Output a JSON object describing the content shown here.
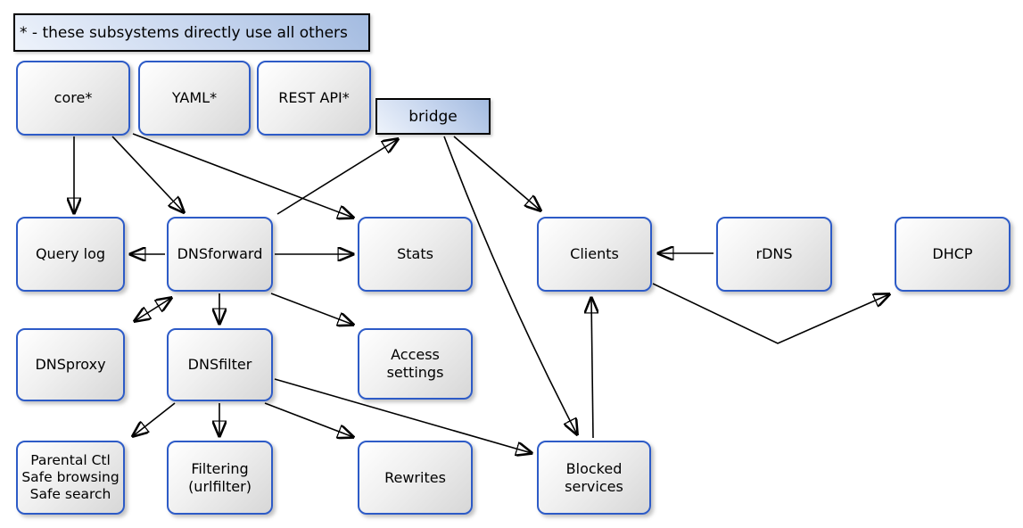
{
  "diagram": {
    "legend_text": "* - these subsystems directly use all others",
    "nodes": {
      "core": {
        "label": "core*"
      },
      "yaml": {
        "label": "YAML*"
      },
      "rest_api": {
        "label": "REST API*"
      },
      "bridge": {
        "label": "bridge"
      },
      "query_log": {
        "label": "Query log"
      },
      "dnsforward": {
        "label": "DNSforward"
      },
      "stats": {
        "label": "Stats"
      },
      "clients": {
        "label": "Clients"
      },
      "rdns": {
        "label": "rDNS"
      },
      "dhcp": {
        "label": "DHCP"
      },
      "dnsproxy": {
        "label": "DNSproxy"
      },
      "dnsfilter": {
        "label": "DNSfilter"
      },
      "access_settings": {
        "lines": [
          "Access",
          "settings"
        ]
      },
      "parental": {
        "lines": [
          "Parental Ctl",
          "Safe browsing",
          "Safe search"
        ]
      },
      "filtering": {
        "lines": [
          "Filtering",
          "(urlfilter)"
        ]
      },
      "rewrites": {
        "label": "Rewrites"
      },
      "blocked_services": {
        "lines": [
          "Blocked",
          "services"
        ]
      }
    },
    "edges": [
      {
        "from": "core",
        "to": "query_log"
      },
      {
        "from": "core",
        "to": "dnsforward"
      },
      {
        "from": "core",
        "to": "stats"
      },
      {
        "from": "dnsforward",
        "to": "bridge"
      },
      {
        "from": "dnsforward",
        "to": "query_log"
      },
      {
        "from": "dnsforward",
        "to": "stats"
      },
      {
        "from": "dnsforward",
        "to": "dnsproxy",
        "bidirectional": true
      },
      {
        "from": "dnsforward",
        "to": "dnsfilter"
      },
      {
        "from": "dnsforward",
        "to": "access_settings"
      },
      {
        "from": "dnsfilter",
        "to": "parental"
      },
      {
        "from": "dnsfilter",
        "to": "filtering"
      },
      {
        "from": "dnsfilter",
        "to": "rewrites"
      },
      {
        "from": "dnsfilter",
        "to": "blocked_services"
      },
      {
        "from": "bridge",
        "to": "clients"
      },
      {
        "from": "bridge",
        "to": "blocked_services"
      },
      {
        "from": "blocked_services",
        "to": "clients"
      },
      {
        "from": "rdns",
        "to": "clients"
      },
      {
        "from": "clients",
        "to": "dhcp"
      }
    ],
    "colors": {
      "node_border": "#2d5bc7",
      "edge_line": "#000000",
      "blue_box_gradient_start": "#eef3fb",
      "blue_box_gradient_end": "#a3bbe0",
      "gray_box_gradient_start": "#ffffff",
      "gray_box_gradient_end": "#d7d7d7",
      "background": "#ffffff"
    }
  }
}
